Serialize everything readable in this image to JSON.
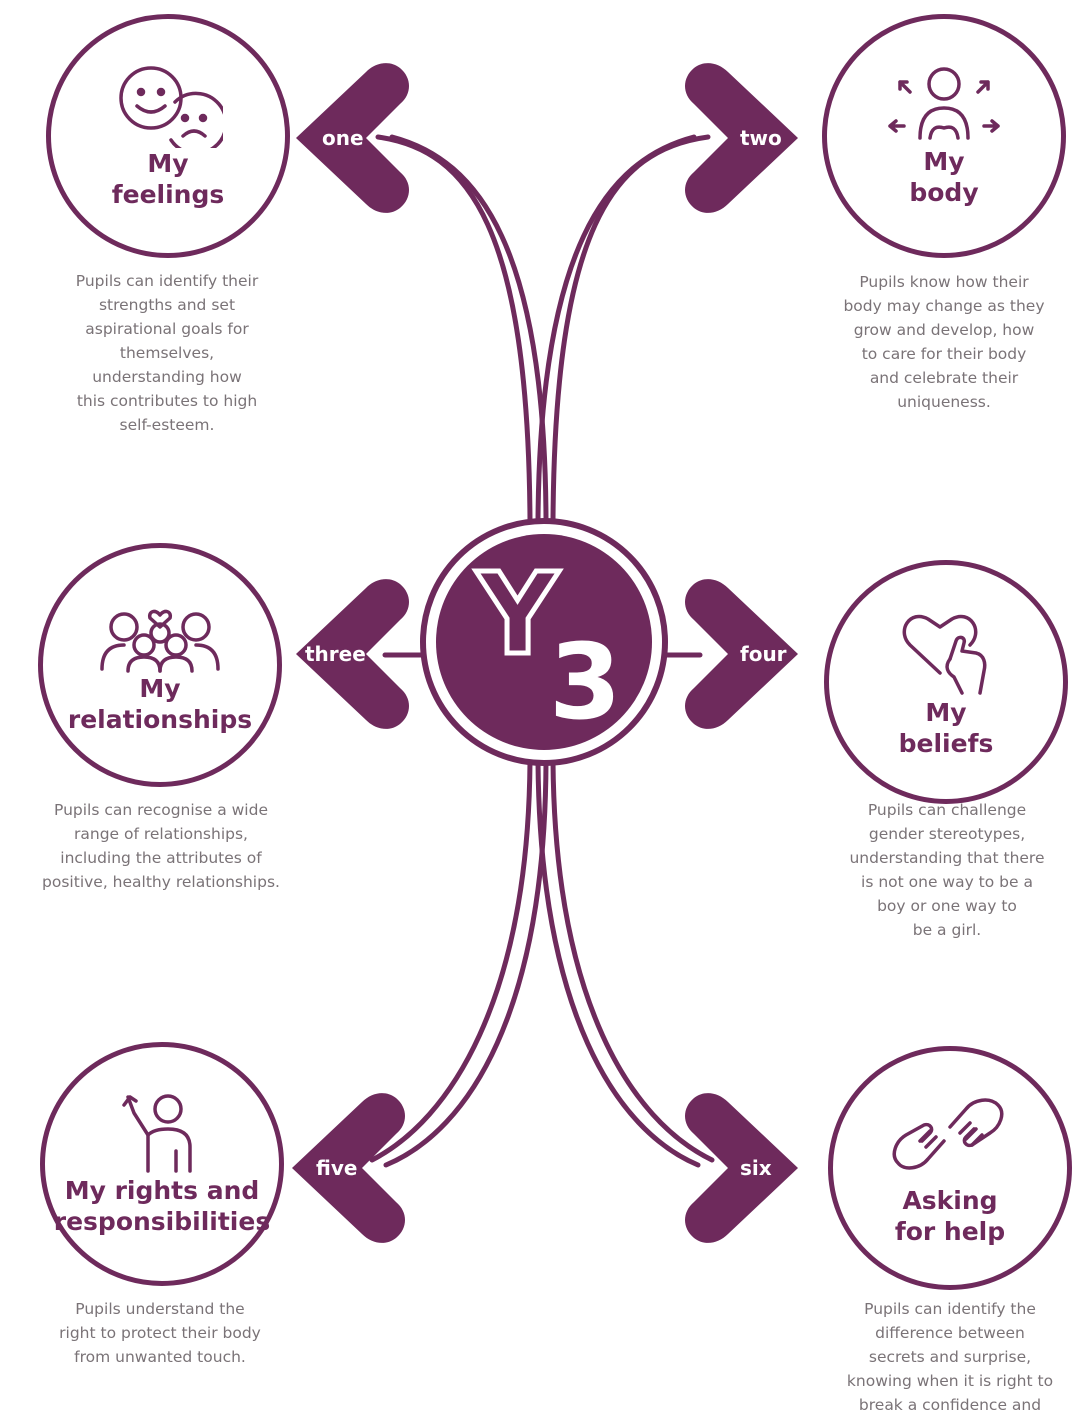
{
  "center": {
    "letter": "Y",
    "number": "3"
  },
  "colors": {
    "brand": "#6e2a5c",
    "text": "#7a7377",
    "background": "#ffffff"
  },
  "topics": [
    {
      "label": "one",
      "title": "My\nfeelings",
      "icon": "happy-sad-faces-icon",
      "description": "Pupils can identify their\nstrengths and set\naspirational goals for\nthemselves,\nunderstanding how\nthis contributes to high\nself-esteem."
    },
    {
      "label": "two",
      "title": "My\nbody",
      "icon": "person-growth-icon",
      "description": "Pupils know how their\nbody may change as they\ngrow and develop, how\nto care for their body\nand celebrate their\nuniqueness."
    },
    {
      "label": "three",
      "title": "My\nrelationships",
      "icon": "group-heart-icon",
      "description": "Pupils can recognise a wide\nrange of relationships,\nincluding the attributes of\npositive, healthy relationships."
    },
    {
      "label": "four",
      "title": "My\nbeliefs",
      "icon": "heart-hand-icon",
      "description": "Pupils can challenge\ngender stereotypes,\nunderstanding that there\nis not one way to be a\nboy or one way to\nbe a girl."
    },
    {
      "label": "five",
      "title": "My rights and\nresponsibilities",
      "icon": "raised-hand-person-icon",
      "description": "Pupils understand the\nright to protect their body\nfrom unwanted touch."
    },
    {
      "label": "six",
      "title": "Asking\nfor help",
      "icon": "helping-hands-icon",
      "description": "Pupils can identify the\ndifference between\nsecrets and surprise,\nknowing when it is right to\nbreak a confidence and"
    }
  ]
}
